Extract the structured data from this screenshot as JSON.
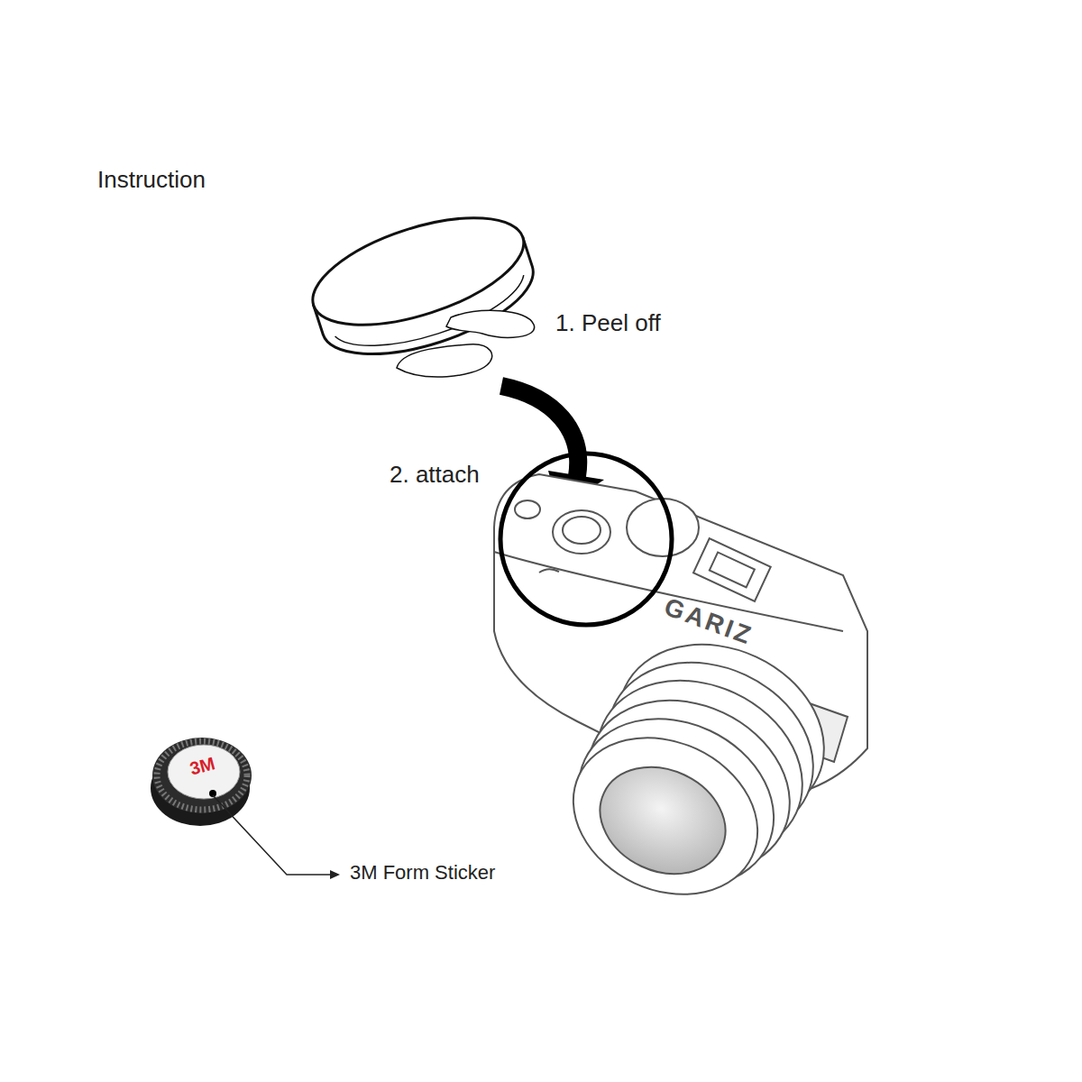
{
  "diagram": {
    "title": "Instruction",
    "labels": [
      "1. Peel off",
      "2. attach",
      "GARIZ",
      "3M",
      "3M Form Sticker"
    ]
  }
}
